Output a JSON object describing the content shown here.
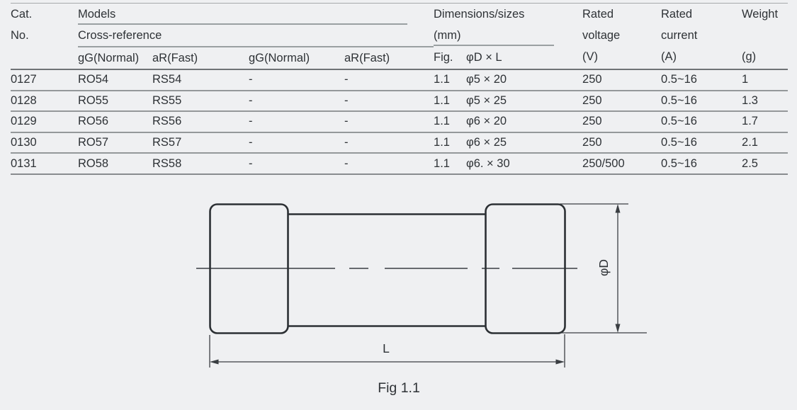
{
  "table": {
    "header": {
      "cat_no": "Cat.\nNo.",
      "models": "Models",
      "cross_reference": "Cross-reference",
      "dimensions": "Dimensions/sizes\n(mm)",
      "rated_voltage": "Rated\nvoltage\n(V)",
      "rated_current": "Rated\ncurrent\n(A)",
      "weight": "Weight\n\n(g)",
      "subheaders": [
        "gG(Normal)",
        "aR(Fast)",
        "gG(Normal)",
        "aR(Fast)",
        "Fig.",
        "φD × L"
      ]
    },
    "rows": [
      [
        "0127",
        "RO54",
        "RS54",
        "-",
        "-",
        "1.1",
        "φ5 × 20",
        "250",
        "0.5~16",
        "1"
      ],
      [
        "0128",
        "RO55",
        "RS55",
        "-",
        "-",
        "1.1",
        "φ5 × 25",
        "250",
        "0.5~16",
        "1.3"
      ],
      [
        "0129",
        "RO56",
        "RS56",
        "-",
        "-",
        "1.1",
        "φ6 × 20",
        "250",
        "0.5~16",
        "1.7"
      ],
      [
        "0130",
        "RO57",
        "RS57",
        "-",
        "-",
        "1.1",
        "φ6 × 25",
        "250",
        "0.5~16",
        "2.1"
      ],
      [
        "0131",
        "RO58",
        "RS58",
        "-",
        "-",
        "1.1",
        "φ6. × 30",
        "250/500",
        "0.5~16",
        "2.5"
      ]
    ]
  },
  "diagram": {
    "diameter_label": "φD",
    "length_label": "L",
    "caption": "Fig 1.1"
  },
  "colors": {
    "background": "#eff0f2",
    "text": "#2e3236",
    "table_line": "#94989a",
    "header_rule": "#6f7376",
    "drawing_stroke": "#2c3034",
    "dim_stroke": "#3a3e42"
  }
}
